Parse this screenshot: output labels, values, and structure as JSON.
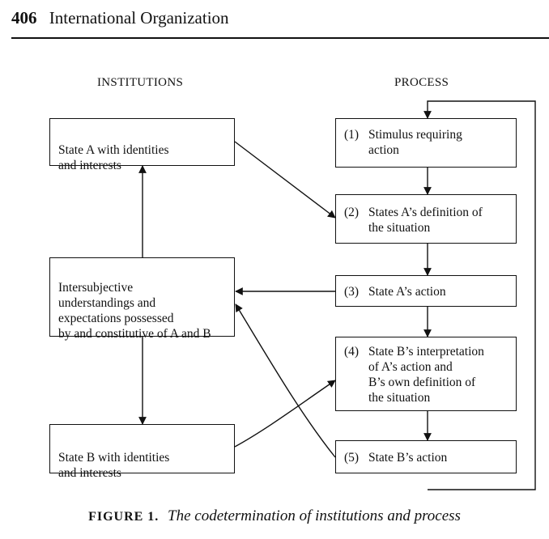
{
  "header": {
    "page_number": "406",
    "journal": "International Organization"
  },
  "columns": {
    "left": "INSTITUTIONS",
    "right": "PROCESS"
  },
  "institutions": {
    "state_a": "State A with identities\nand interests",
    "intersubjective": "Intersubjective\nunderstandings and\nexpectations possessed\nby and constitutive of A and B",
    "state_b": "State B with identities\nand interests"
  },
  "process": [
    {
      "num": "(1)",
      "text": "Stimulus requiring\naction"
    },
    {
      "num": "(2)",
      "text": "States A’s definition of\nthe situation"
    },
    {
      "num": "(3)",
      "text": "State A’s action"
    },
    {
      "num": "(4)",
      "text": "State B’s interpretation\nof A’s action and\nB’s own definition of\nthe situation"
    },
    {
      "num": "(5)",
      "text": "State B’s action"
    }
  ],
  "caption": {
    "label": "FIGURE 1.",
    "text": "The codetermination of institutions and process"
  }
}
